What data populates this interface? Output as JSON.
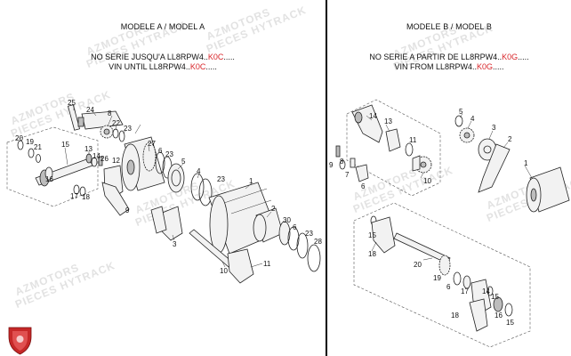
{
  "model_a": {
    "title": "MODELE A / MODEL A",
    "note_line1_prefix": "NO SERIE JUSQU'A LL8RPW4..",
    "note_line1_code": "K0C",
    "note_line1_suffix": ".....",
    "note_line2_prefix": "VIN UNTIL  LL8RPW4..",
    "note_line2_code": "K0C",
    "note_line2_suffix": ".....",
    "callouts": [
      "25",
      "24",
      "8",
      "22",
      "23",
      "20",
      "19",
      "21",
      "15",
      "13",
      "14",
      "26",
      "12",
      "16",
      "17",
      "18",
      "27",
      "6",
      "23",
      "5",
      "4",
      "23",
      "9",
      "1",
      "3",
      "2",
      "30",
      "6",
      "23",
      "28",
      "10",
      "11"
    ]
  },
  "model_b": {
    "title": "MODELE B / MODEL B",
    "note_line1_prefix": "NO SERIE A PARTIR DE LL8RPW4..",
    "note_line1_code": "K0G",
    "note_line1_suffix": ".....",
    "note_line2_prefix": "VIN FROM  LL8RPW4..",
    "note_line2_code": "K0G",
    "note_line2_suffix": ".....",
    "callouts": [
      "14",
      "13",
      "5",
      "4",
      "3",
      "2",
      "11",
      "9",
      "8",
      "7",
      "6",
      "10",
      "1",
      "15",
      "18",
      "20",
      "19",
      "6",
      "17",
      "14",
      "15",
      "18",
      "16",
      "15"
    ]
  },
  "watermarks": [
    "AZMOTORS",
    "PIECES HYTRACK"
  ],
  "colors": {
    "code_red": "#d8262a",
    "logo_red": "#c62828"
  },
  "logo_icon": "shield-logo-icon"
}
